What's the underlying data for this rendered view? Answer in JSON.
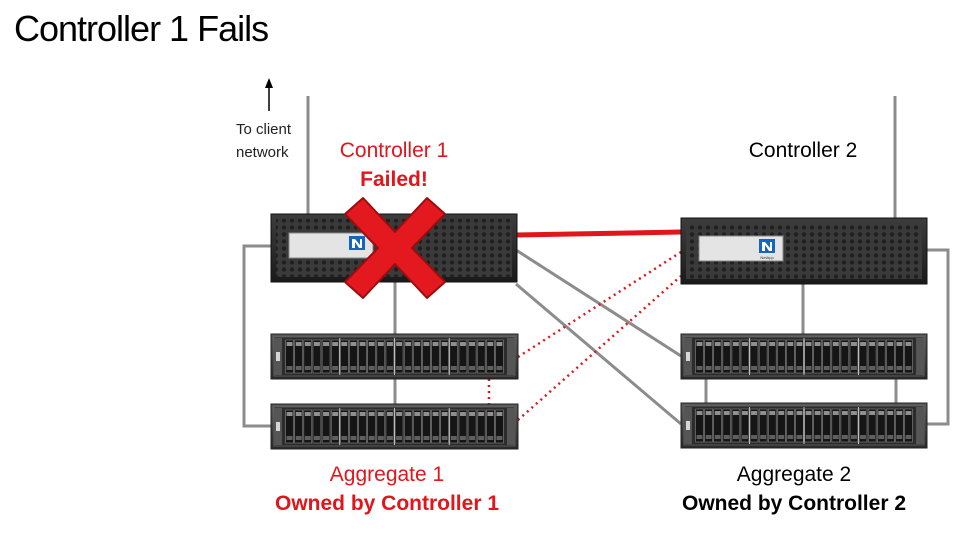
{
  "title": "Controller 1 Fails",
  "client_network": {
    "line1": "To client",
    "line2": "network"
  },
  "controller1": {
    "name": "Controller 1",
    "status": "Failed!"
  },
  "controller2": {
    "name": "Controller 2"
  },
  "aggregate1": {
    "name": "Aggregate 1",
    "owner": "Owned by Controller 1"
  },
  "aggregate2": {
    "name": "Aggregate 2",
    "owner": "Owned by Controller 2"
  },
  "brand_logo_text": "NetApp",
  "colors": {
    "failed": "#e0161b",
    "normal": "#000000",
    "cable": "#8c8c8c",
    "failover_link": "#e0161b",
    "device_dark": "#1f1f1f"
  },
  "icons": {
    "failure": "red-x-icon",
    "uplink": "arrow-up-icon"
  }
}
